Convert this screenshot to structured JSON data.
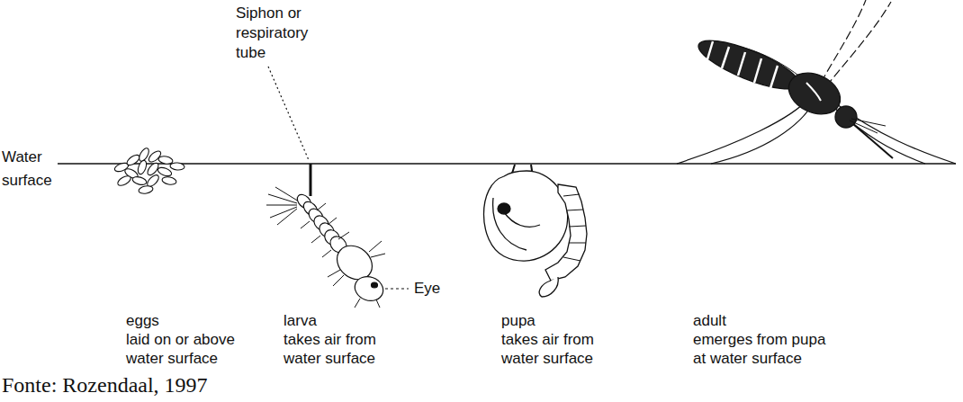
{
  "diagram": {
    "caption": "Fonte: Rozendaal, 1997",
    "labels": [
      "Water surface",
      "Siphon or respiratory tube",
      "Eye",
      "eggs",
      "laid on or above water surface",
      "larva",
      "takes air from water surface",
      "pupa",
      "takes air from water surface",
      "adult",
      "emerges from pupa at water surface"
    ]
  }
}
